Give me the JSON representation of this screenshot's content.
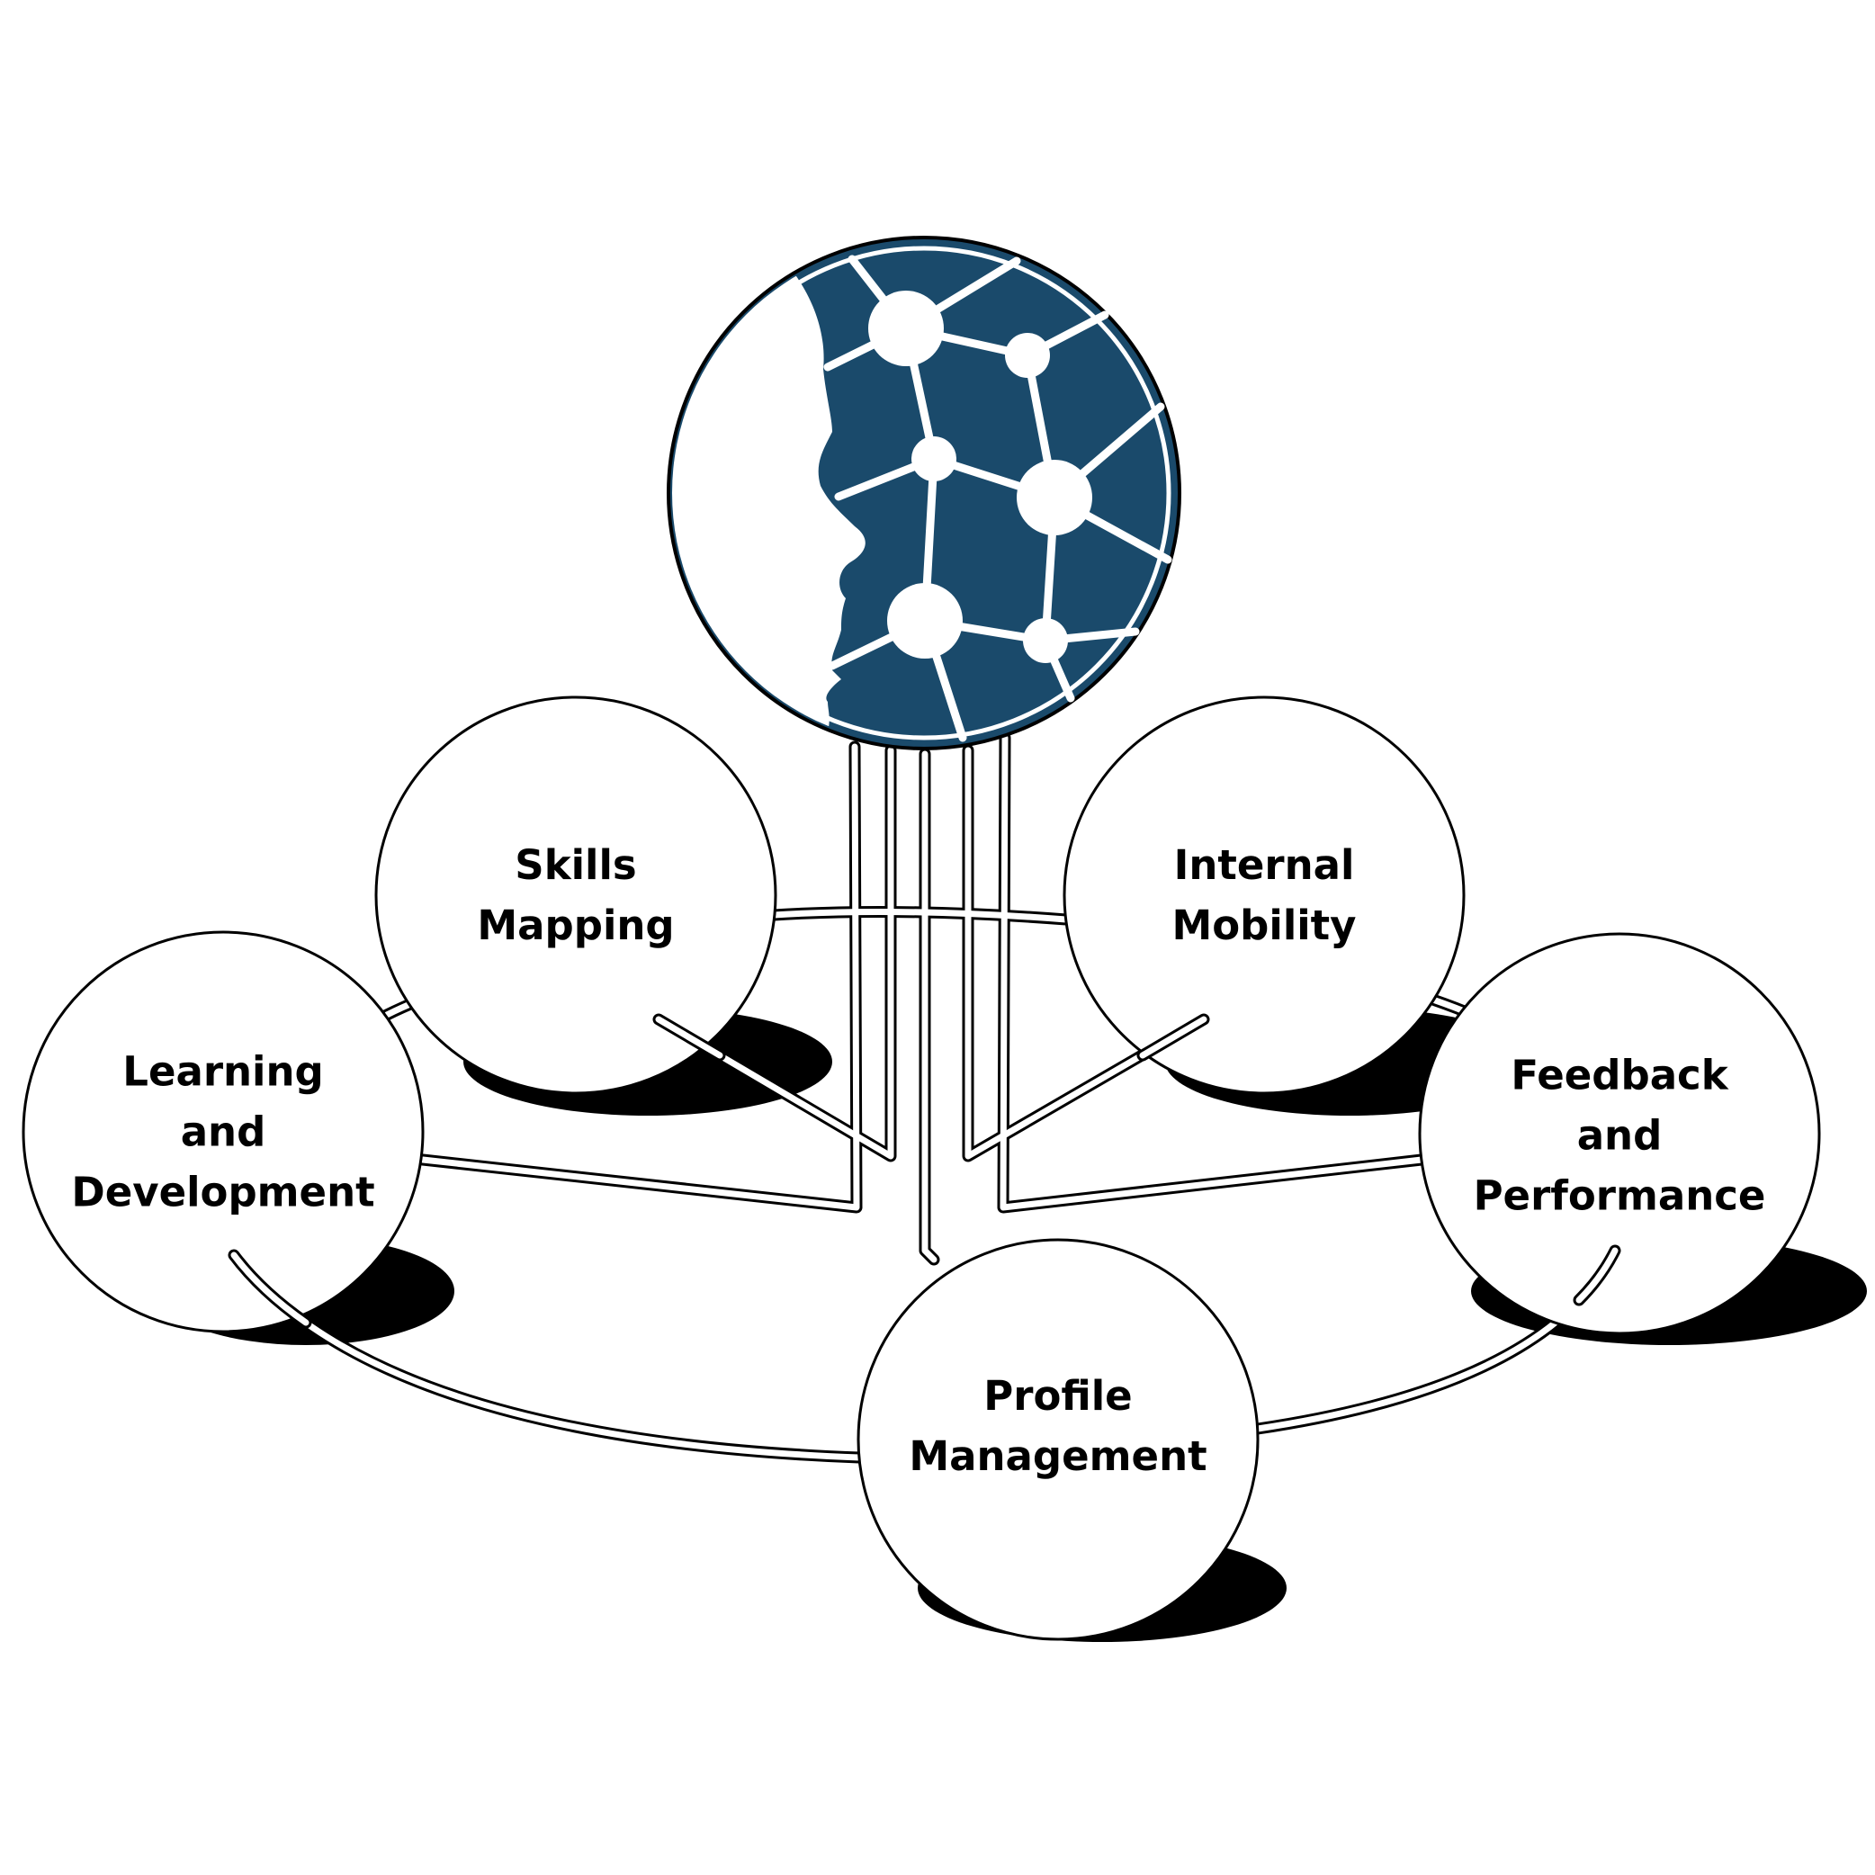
{
  "colors": {
    "hub_fill": "#1a4a6b",
    "line": "#000000",
    "node_fill": "#ffffff",
    "shadow": "#000000",
    "background": "#ffffff"
  },
  "icons": {
    "hub": "ai-head-network-icon"
  },
  "nodes": [
    {
      "id": "skills",
      "lines": [
        "Skills",
        "Mapping"
      ]
    },
    {
      "id": "mobility",
      "lines": [
        "Internal",
        "Mobility"
      ]
    },
    {
      "id": "learning",
      "lines": [
        "Learning",
        "and",
        "Development"
      ]
    },
    {
      "id": "feedback",
      "lines": [
        "Feedback",
        "and",
        "Performance"
      ]
    },
    {
      "id": "profile",
      "lines": [
        "Profile",
        "Management"
      ]
    }
  ]
}
